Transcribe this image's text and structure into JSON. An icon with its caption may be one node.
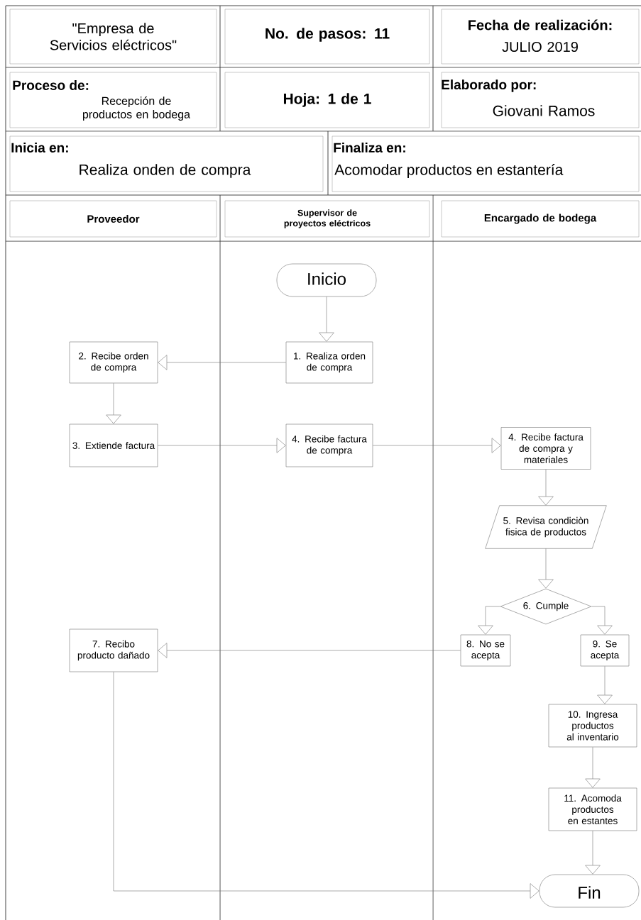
{
  "diagram": {
    "nodes": [
      {
        "text": [
          "\"Empresa de Servicios eléctricos\""
        ]
      },
      {
        "text": [
          "No. de pasos: 11"
        ]
      },
      {
        "text": [
          "Fecha de realización:",
          "JULIO 2019"
        ]
      },
      {
        "text": [
          "Proceso de:",
          "Recepción de productos en bodega"
        ]
      },
      {
        "text": [
          "Hoja: 1 de 1"
        ]
      },
      {
        "text": [
          "Elaborado por:",
          "Giovani Ramos"
        ]
      },
      {
        "text": [
          "Inicia en:",
          "Realiza onden de compra"
        ]
      },
      {
        "text": [
          "Finaliza en:",
          "Acomodar productos en estantería"
        ]
      },
      {
        "text": [
          "Proveedor"
        ]
      },
      {
        "text": [
          "Supervisor de proyectos eléctricos"
        ]
      },
      {
        "text": [
          "Encargado de bodega"
        ]
      },
      {
        "text": [
          "Inicio"
        ]
      },
      {
        "text": [
          "2. Recibe orden de compra"
        ]
      },
      {
        "text": [
          "1. Realiza orden de compra"
        ]
      },
      {
        "text": [
          "3. Extiende factura"
        ]
      },
      {
        "text": [
          "4. Recibe factura de compra"
        ]
      },
      {
        "text": [
          "4. Recibe factura de compra y materiales"
        ]
      },
      {
        "text": [
          "5. Revisa condiciòn fisica de productos"
        ]
      },
      {
        "text": [
          "6. Cumple"
        ]
      },
      {
        "text": [
          "7. Recibo producto dañado"
        ]
      },
      {
        "text": [
          "8. No se acepta"
        ]
      },
      {
        "text": [
          "9. Se acepta"
        ]
      },
      {
        "text": [
          "10. Ingresa productos al inventario"
        ]
      },
      {
        "text": [
          "11. Acomoda productos en estantes"
        ]
      },
      {
        "text": [
          "Fin"
        ]
      }
    ],
    "edges": [
      {
        "from": 11,
        "to": 13,
        "arrow": "to"
      },
      {
        "from": 13,
        "to": 12,
        "arrow": "to"
      },
      {
        "from": 12,
        "to": 14,
        "arrow": "to"
      },
      {
        "from": 14,
        "to": 15,
        "arrow": "to"
      },
      {
        "from": 15,
        "to": 16,
        "arrow": "to"
      },
      {
        "from": 16,
        "to": 17,
        "arrow": "to"
      },
      {
        "from": 17,
        "to": 18,
        "arrow": "to"
      },
      {
        "from": 18,
        "to": 20,
        "arrow": "to"
      },
      {
        "from": 18,
        "to": 21,
        "arrow": "to"
      },
      {
        "from": 20,
        "to": 19,
        "arrow": "to"
      },
      {
        "from": 21,
        "to": 22,
        "arrow": "to"
      },
      {
        "from": 22,
        "to": 23,
        "arrow": "to"
      },
      {
        "from": 23,
        "to": 24,
        "arrow": "to"
      },
      {
        "from": 19,
        "to": 24,
        "arrow": "to"
      }
    ]
  }
}
